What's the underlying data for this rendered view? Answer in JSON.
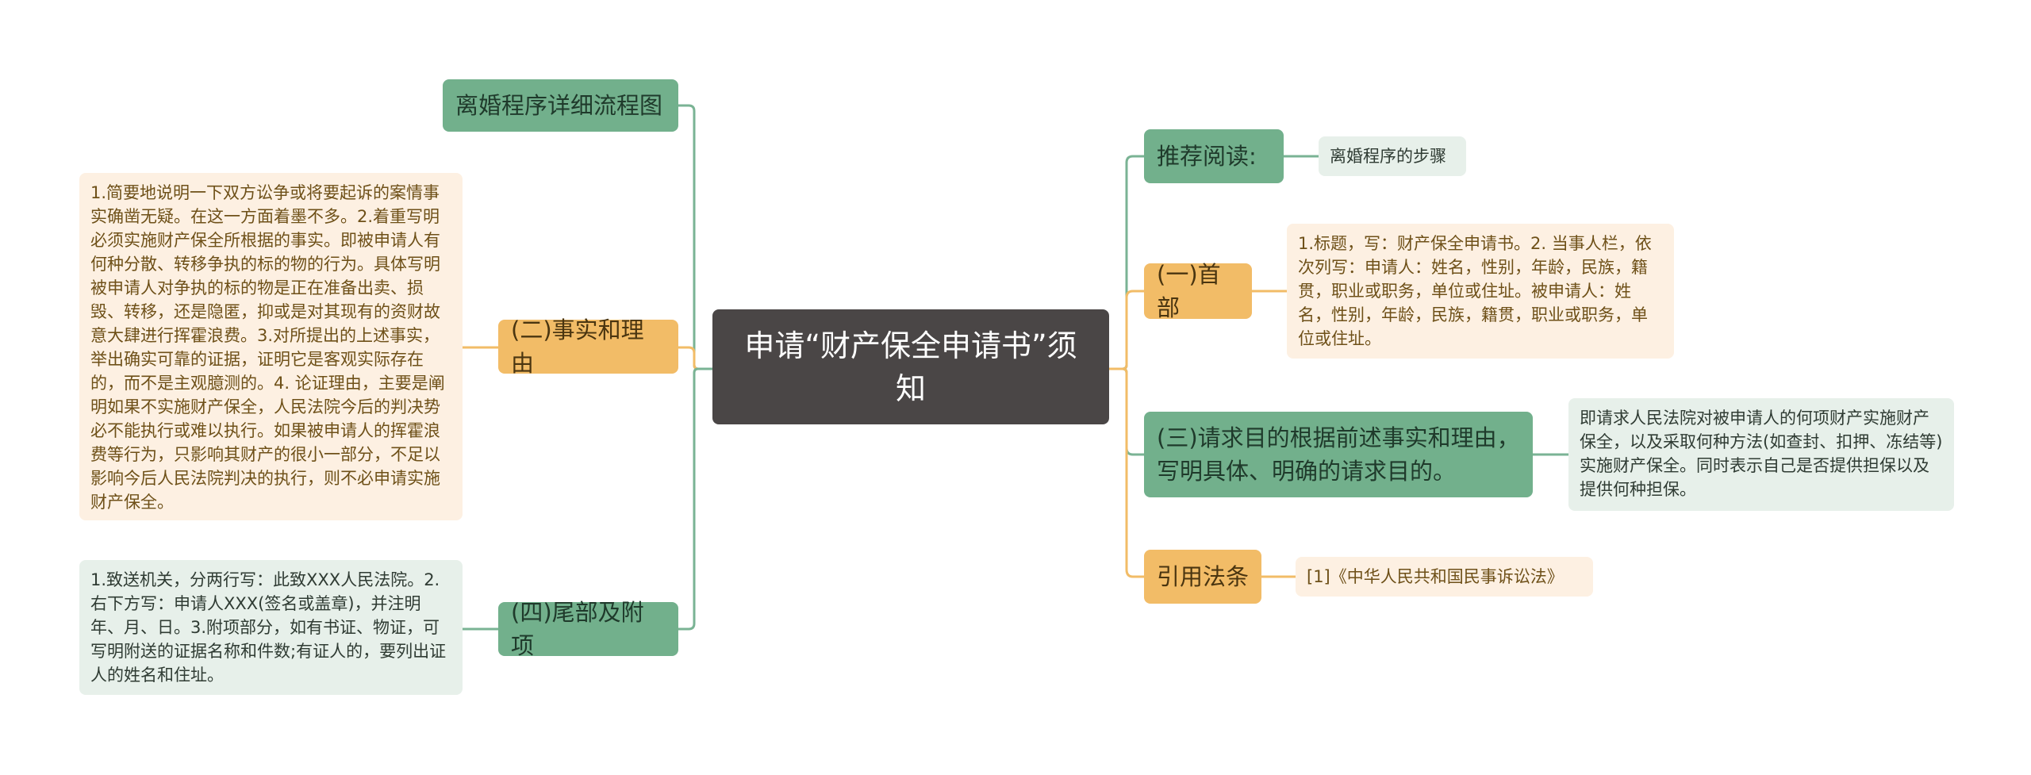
{
  "root": {
    "title": "申请“财产保全申请书”须知"
  },
  "left": {
    "flowchart": {
      "label": "离婚程序详细流程图"
    },
    "facts": {
      "label": "(二)事实和理由",
      "detail": "1.简要地说明一下双方讼争或将要起诉的案情事实确凿无疑。在这一方面着墨不多。2.着重写明必须实施财产保全所根据的事实。即被申请人有何种分散、转移争执的标的物的行为。具体写明被申请人对争执的标的物是正在准备出卖、损毁、转移，还是隐匿，抑或是对其现有的资财故意大肆进行挥霍浪费。3.对所提出的上述事实，举出确实可靠的证据，证明它是客观实际存在的，而不是主观臆测的。4. 论证理由，主要是阐明如果不实施财产保全，人民法院今后的判决势必不能执行或难以执行。如果被申请人的挥霍浪费等行为，只影响其财产的很小一部分，不足以影响今后人民法院判决的执行，则不必申请实施财产保全。"
    },
    "ending": {
      "label": "(四)尾部及附项",
      "detail": "1.致送机关，分两行写：此致XXX人民法院。2.右下方写：申请人XXX(签名或盖章)，并注明年、月、日。3.附项部分，如有书证、物证，可写明附送的证据名称和件数;有证人的，要列出证人的姓名和住址。"
    }
  },
  "right": {
    "recommend": {
      "label": "推荐阅读:",
      "detail": "离婚程序的步骤"
    },
    "header": {
      "label": "(一)首部",
      "detail": "1.标题，写：财产保全申请书。2. 当事人栏，依次列写：申请人：姓名，性别，年龄，民族，籍贯，职业或职务，单位或住址。被申请人：姓名，性别，年龄，民族，籍贯，职业或职务，单位或住址。"
    },
    "request": {
      "label": "(三)请求目的根据前述事实和理由，写明具体、明确的请求目的。",
      "detail": "即请求人民法院对被申请人的何项财产实施财产保全，以及采取何种方法(如查封、扣押、冻结等)实施财产保全。同时表示自己是否提供担保以及提供何种担保。"
    },
    "law": {
      "label": "引用法条",
      "detail": "[1]《中华人民共和国民事诉讼法》"
    }
  },
  "colors": {
    "root": "#4a4646",
    "green": "#72b08c",
    "orange": "#f2bc67",
    "leaf_green": "#e7f0ea",
    "leaf_orange": "#fdf0e2",
    "line_green": "#7ab394",
    "line_orange": "#f2bc67"
  }
}
